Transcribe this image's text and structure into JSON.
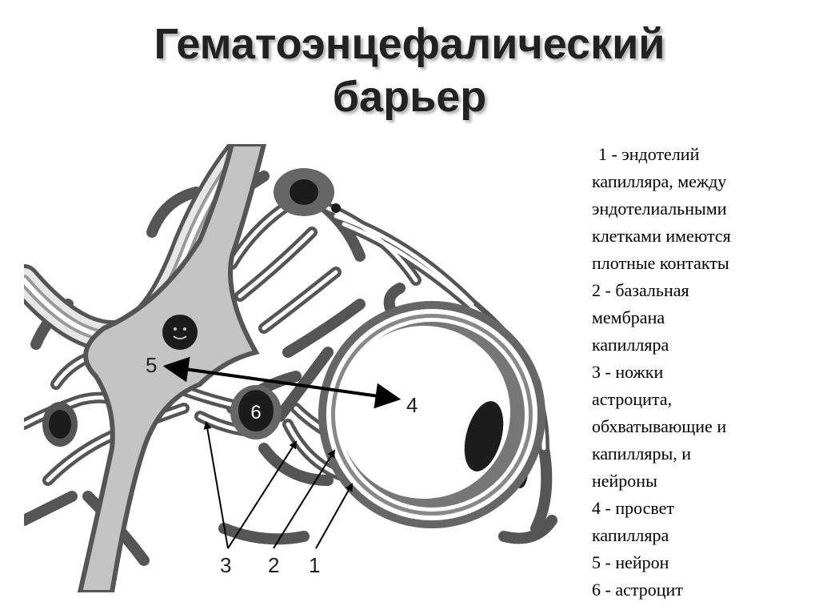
{
  "title": {
    "line1": "Гематоэнцефалический",
    "line2": "барьер"
  },
  "diagram": {
    "labels": {
      "l1": "1",
      "l2": "2",
      "l3": "3",
      "l4": "4",
      "l5": "5",
      "l6": "6"
    },
    "colors": {
      "outline": "#555555",
      "fill": "#8c8c8c",
      "neuron": "#c4c4c4",
      "nucleus": "#1c1c1c",
      "lumen": "#ffffff"
    }
  },
  "legend": {
    "lines": [
      "1 - эндотелий",
      "капилляра, между",
      "эндотелиальными",
      "клетками имеются",
      "плотные контакты",
      "2 - базальная",
      "мембрана",
      "капилляра",
      "3 - ножки",
      "астроцита,",
      "обхватывающие и",
      "капилляры, и",
      "нейроны",
      "4 - просвет",
      "капилляра",
      "5 - нейрон",
      "6 - астроцит"
    ]
  }
}
